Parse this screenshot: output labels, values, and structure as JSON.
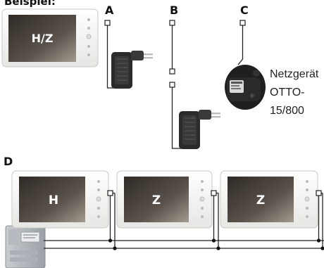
{
  "header": {
    "title": "Beispiel:"
  },
  "variants": {
    "a": {
      "label": "A"
    },
    "b": {
      "label": "B"
    },
    "c": {
      "label": "C"
    },
    "d": {
      "label": "D"
    }
  },
  "psu_c": {
    "line1": "Netzgerät",
    "line2": "OTTO-",
    "line3": "15/800"
  },
  "monitors": {
    "top": {
      "label": "H/Z"
    },
    "d1": {
      "label": "H"
    },
    "d2": {
      "label": "Z"
    },
    "d3": {
      "label": "Z"
    }
  },
  "colors": {
    "screen_dark": "#3e3833",
    "screen_light": "#8d847b",
    "bezel": "#f4f4f2",
    "adapter": "#2b2b2b",
    "wire": "#222222"
  }
}
